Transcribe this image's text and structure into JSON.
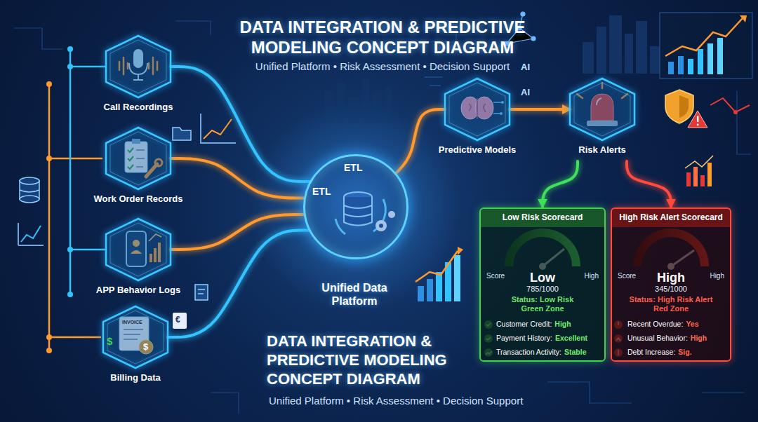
{
  "diagram": {
    "title": "DATA INTEGRATION & PREDICTIVE MODELING CONCEPT DIAGRAM",
    "caption": "Unified Platform • Risk Assessment • Decision Support",
    "nodes": [
      {
        "text": [
          "Call Recordings"
        ]
      },
      {
        "text": [
          "Work Order Records"
        ]
      },
      {
        "text": [
          "APP Behavior Logs"
        ]
      },
      {
        "text": [
          "Billing Data"
        ]
      },
      {
        "text": [
          "ETL",
          "ETL",
          "Unified Data Platform"
        ]
      },
      {
        "text": [
          "Predictive Models"
        ]
      },
      {
        "text": [
          "Risk Alerts"
        ]
      },
      {
        "text": [
          "Low Risk Scorecard",
          "Score",
          "Low",
          "High",
          "785/1000",
          "Status: Low Risk Green Zone",
          "Customer Credit:",
          "High",
          "Payment History:",
          "Excellent",
          "Transaction Activity:",
          "Stable"
        ]
      },
      {
        "text": [
          "High Risk Alert Scorecard",
          "Score",
          "High",
          "High",
          "345/1000",
          "Status: High Risk Alert Red Zone",
          "Recent Overdue:",
          "Yes",
          "Unusual Behavior:",
          "High",
          "Debt Increase:",
          "Sig."
        ]
      }
    ],
    "edges": [
      {
        "from": 0,
        "to": 4,
        "arrow": "none"
      },
      {
        "from": 1,
        "to": 4,
        "arrow": "none"
      },
      {
        "from": 2,
        "to": 4,
        "arrow": "none"
      },
      {
        "from": 3,
        "to": 4,
        "arrow": "none"
      },
      {
        "from": 4,
        "to": 5,
        "arrow": "none"
      },
      {
        "from": 5,
        "to": 6,
        "arrow": "to"
      },
      {
        "from": 6,
        "to": 7,
        "arrow": "to"
      },
      {
        "from": 6,
        "to": 8,
        "arrow": "to"
      }
    ],
    "labels": [
      "DATA INTEGRATION & PREDICTIVE MODELING CONCEPT DIAGRAM",
      "Unified Platform • Risk Assessment • Decision Support",
      "AI",
      "AI",
      "INVOICE",
      "$",
      "$",
      "€"
    ]
  }
}
